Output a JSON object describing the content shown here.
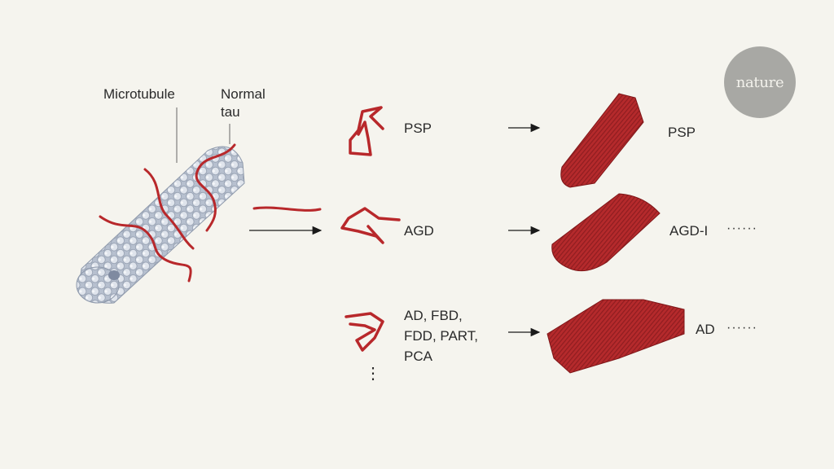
{
  "logo": {
    "text": "nature"
  },
  "labels": {
    "microtubule": "Microtubule",
    "normal_tau": "Normal\ntau"
  },
  "monomers": [
    {
      "label": "PSP"
    },
    {
      "label": "AGD"
    },
    {
      "label": "AD, FBD,\nFDD, PART,\nPCA"
    }
  ],
  "filaments": [
    {
      "label": "PSP",
      "continuation": ""
    },
    {
      "label": "AGD-I",
      "continuation": "······"
    },
    {
      "label": "AD",
      "continuation": "······"
    }
  ],
  "more_indicator": "⋮",
  "colors": {
    "tau_red": "#b8282b",
    "microtubule_grey": "#c4ccd9",
    "arrow": "#1a1a1a",
    "background": "#f5f4ee"
  }
}
